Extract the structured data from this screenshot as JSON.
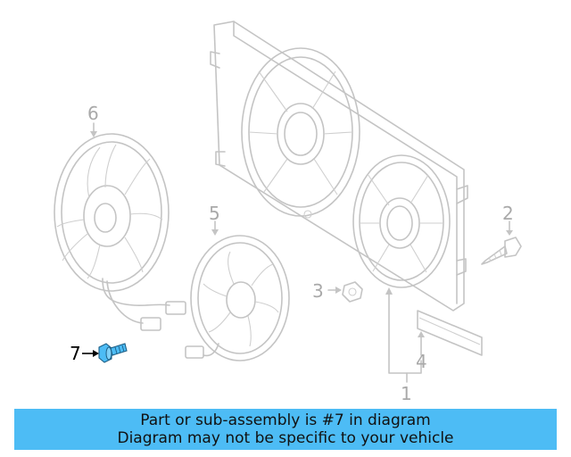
{
  "callouts": {
    "c1": "1",
    "c2": "2",
    "c3": "3",
    "c4": "4",
    "c5": "5",
    "c6": "6",
    "c7": "7"
  },
  "highlight_color": "#4dbcf5",
  "banner": {
    "line1": "Part or sub-assembly is #7 in diagram",
    "line2": "Diagram may not be specific to your vehicle"
  }
}
